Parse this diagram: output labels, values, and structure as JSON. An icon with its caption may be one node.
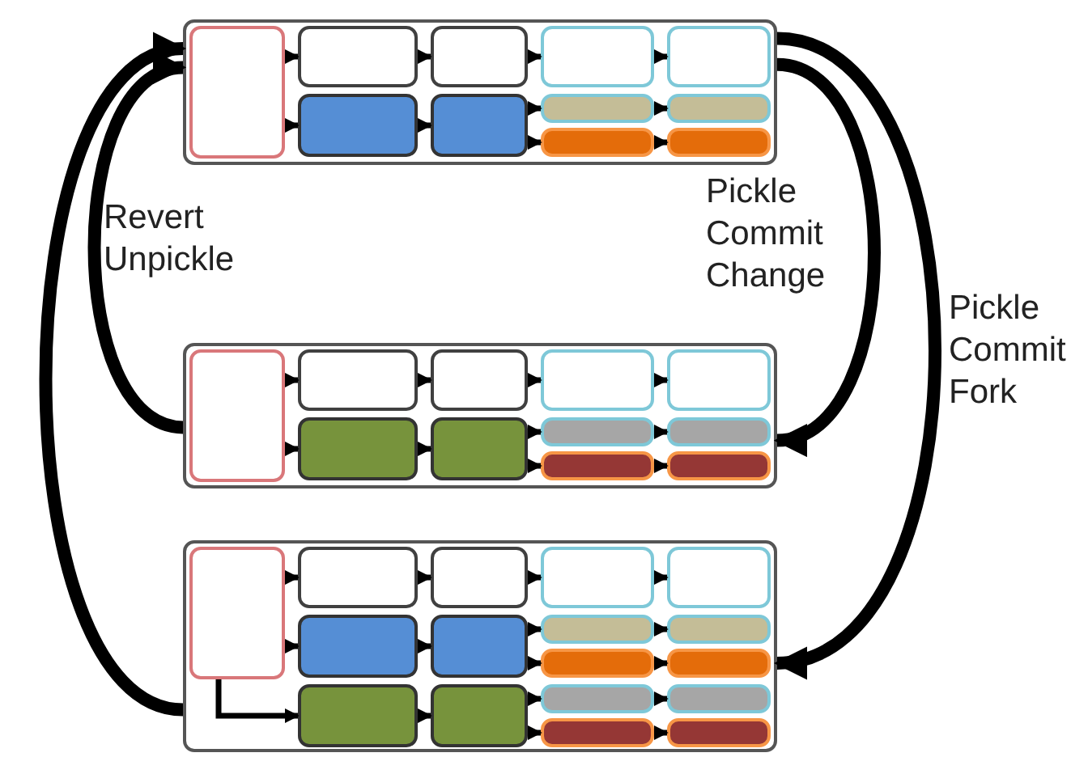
{
  "diagram": {
    "nodes": [
      {
        "text": [],
        "shape": "box"
      },
      {
        "text": [],
        "shape": "box",
        "in": 0
      },
      {
        "text": [],
        "shape": "box",
        "in": 0
      },
      {
        "text": [],
        "shape": "box",
        "in": 0
      },
      {
        "text": [],
        "shape": "box",
        "in": 0
      },
      {
        "text": [],
        "shape": "box",
        "in": 0
      },
      {
        "text": [],
        "shape": "box",
        "in": 0
      },
      {
        "text": [],
        "shape": "box",
        "in": 0
      },
      {
        "text": [],
        "shape": "box",
        "in": 0
      },
      {
        "text": [],
        "shape": "box",
        "in": 0
      },
      {
        "text": [],
        "shape": "box",
        "in": 0
      },
      {
        "text": [],
        "shape": "box",
        "in": 0
      },
      {
        "text": [],
        "shape": "box"
      },
      {
        "text": [],
        "shape": "box",
        "in": 12
      },
      {
        "text": [],
        "shape": "box",
        "in": 12
      },
      {
        "text": [],
        "shape": "box",
        "in": 12
      },
      {
        "text": [],
        "shape": "box",
        "in": 12
      },
      {
        "text": [],
        "shape": "box",
        "in": 12
      },
      {
        "text": [],
        "shape": "box",
        "in": 12
      },
      {
        "text": [],
        "shape": "box",
        "in": 12
      },
      {
        "text": [],
        "shape": "box",
        "in": 12
      },
      {
        "text": [],
        "shape": "box",
        "in": 12
      },
      {
        "text": [],
        "shape": "box",
        "in": 12
      },
      {
        "text": [],
        "shape": "box",
        "in": 12
      },
      {
        "text": [],
        "shape": "box"
      },
      {
        "text": [],
        "shape": "box",
        "in": 24
      },
      {
        "text": [],
        "shape": "box",
        "in": 24
      },
      {
        "text": [],
        "shape": "box",
        "in": 24
      },
      {
        "text": [],
        "shape": "box",
        "in": 24
      },
      {
        "text": [],
        "shape": "box",
        "in": 24
      },
      {
        "text": [],
        "shape": "box",
        "in": 24
      },
      {
        "text": [],
        "shape": "box",
        "in": 24
      },
      {
        "text": [],
        "shape": "box",
        "in": 24
      },
      {
        "text": [],
        "shape": "box",
        "in": 24
      },
      {
        "text": [],
        "shape": "box",
        "in": 24
      },
      {
        "text": [],
        "shape": "box",
        "in": 24
      },
      {
        "text": [],
        "shape": "box",
        "in": 24
      },
      {
        "text": [],
        "shape": "box",
        "in": 24
      },
      {
        "text": [],
        "shape": "box",
        "in": 24
      },
      {
        "text": [],
        "shape": "box",
        "in": 24
      },
      {
        "text": [],
        "shape": "box",
        "in": 24
      },
      {
        "text": [],
        "shape": "box",
        "in": 24
      }
    ],
    "edges": [
      {
        "from": 1,
        "to": 2,
        "arrow": "to"
      },
      {
        "from": 2,
        "to": 3,
        "arrow": "to"
      },
      {
        "from": 3,
        "to": 4,
        "arrow": "to"
      },
      {
        "from": 4,
        "to": 5,
        "arrow": "to"
      },
      {
        "from": 1,
        "to": 6,
        "arrow": "to"
      },
      {
        "from": 6,
        "to": 7,
        "arrow": "to"
      },
      {
        "from": 7,
        "to": 8,
        "arrow": "to"
      },
      {
        "from": 8,
        "to": 9,
        "arrow": "to"
      },
      {
        "from": 7,
        "to": 10,
        "arrow": "to"
      },
      {
        "from": 10,
        "to": 11,
        "arrow": "to"
      },
      {
        "from": 13,
        "to": 14,
        "arrow": "to"
      },
      {
        "from": 14,
        "to": 15,
        "arrow": "to"
      },
      {
        "from": 15,
        "to": 16,
        "arrow": "to"
      },
      {
        "from": 16,
        "to": 17,
        "arrow": "to"
      },
      {
        "from": 13,
        "to": 18,
        "arrow": "to"
      },
      {
        "from": 18,
        "to": 19,
        "arrow": "to"
      },
      {
        "from": 19,
        "to": 20,
        "arrow": "to"
      },
      {
        "from": 20,
        "to": 21,
        "arrow": "to"
      },
      {
        "from": 19,
        "to": 22,
        "arrow": "to"
      },
      {
        "from": 22,
        "to": 23,
        "arrow": "to"
      },
      {
        "from": 25,
        "to": 26,
        "arrow": "to"
      },
      {
        "from": 26,
        "to": 27,
        "arrow": "to"
      },
      {
        "from": 27,
        "to": 28,
        "arrow": "to"
      },
      {
        "from": 28,
        "to": 29,
        "arrow": "to"
      },
      {
        "from": 25,
        "to": 30,
        "arrow": "to"
      },
      {
        "from": 30,
        "to": 31,
        "arrow": "to"
      },
      {
        "from": 31,
        "to": 32,
        "arrow": "to"
      },
      {
        "from": 32,
        "to": 33,
        "arrow": "to"
      },
      {
        "from": 31,
        "to": 34,
        "arrow": "to"
      },
      {
        "from": 34,
        "to": 35,
        "arrow": "to"
      },
      {
        "from": 25,
        "to": 36,
        "arrow": "to"
      },
      {
        "from": 36,
        "to": 37,
        "arrow": "to"
      },
      {
        "from": 37,
        "to": 38,
        "arrow": "to"
      },
      {
        "from": 38,
        "to": 39,
        "arrow": "to"
      },
      {
        "from": 37,
        "to": 40,
        "arrow": "to"
      },
      {
        "from": 40,
        "to": 41,
        "arrow": "to"
      },
      {
        "from": 0,
        "to": 12,
        "arrow": "to",
        "style": "thick",
        "label": "Pickle Commit Change"
      },
      {
        "from": 0,
        "to": 24,
        "arrow": "to",
        "style": "thick",
        "label": "Pickle Commit Fork"
      },
      {
        "from": 12,
        "to": 0,
        "arrow": "to",
        "style": "thick",
        "label": "Revert Unpickle"
      },
      {
        "from": 24,
        "to": 0,
        "arrow": "to",
        "style": "thick"
      }
    ]
  }
}
